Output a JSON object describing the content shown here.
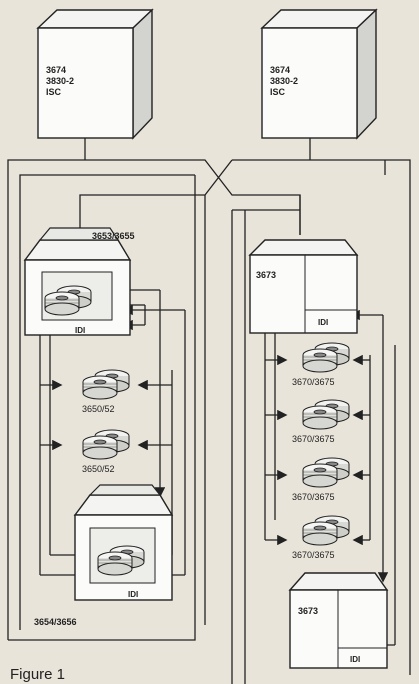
{
  "controllers": {
    "left": {
      "line1": "3674",
      "line2": "3830-2",
      "line3": "ISC"
    },
    "right": {
      "line1": "3674",
      "line2": "3830-2",
      "line3": "ISC"
    }
  },
  "units": {
    "left_top": "3653/3655",
    "left_bottom": "3654/3656",
    "right_top": "3673",
    "right_bottom": "3673",
    "idi": "IDI"
  },
  "drives": {
    "left": [
      "3650/52",
      "3650/52"
    ],
    "right": [
      "3670/3675",
      "3670/3675",
      "3670/3675",
      "3670/3675"
    ]
  },
  "caption": "Figure 1"
}
